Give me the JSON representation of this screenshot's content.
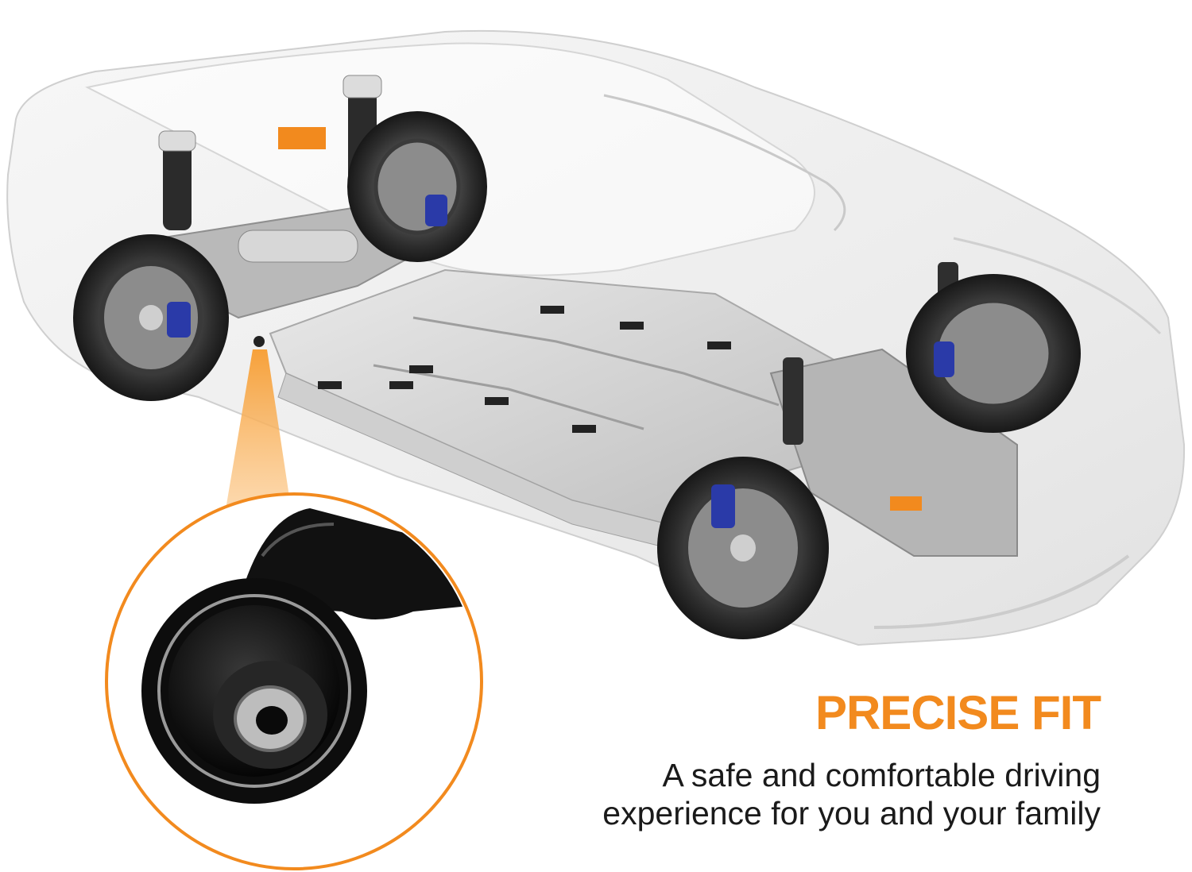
{
  "feature": {
    "headline": "PRECISE FIT",
    "tagline_line1": "A safe and comfortable driving",
    "tagline_line2": "experience for you and your family"
  },
  "colors": {
    "accent": "#F28A1E",
    "text": "#1A1A1A",
    "background": "#FFFFFF"
  },
  "illustration": {
    "subject": "transparent-car-chassis",
    "callout": "control-arm-bushing-closeup"
  }
}
